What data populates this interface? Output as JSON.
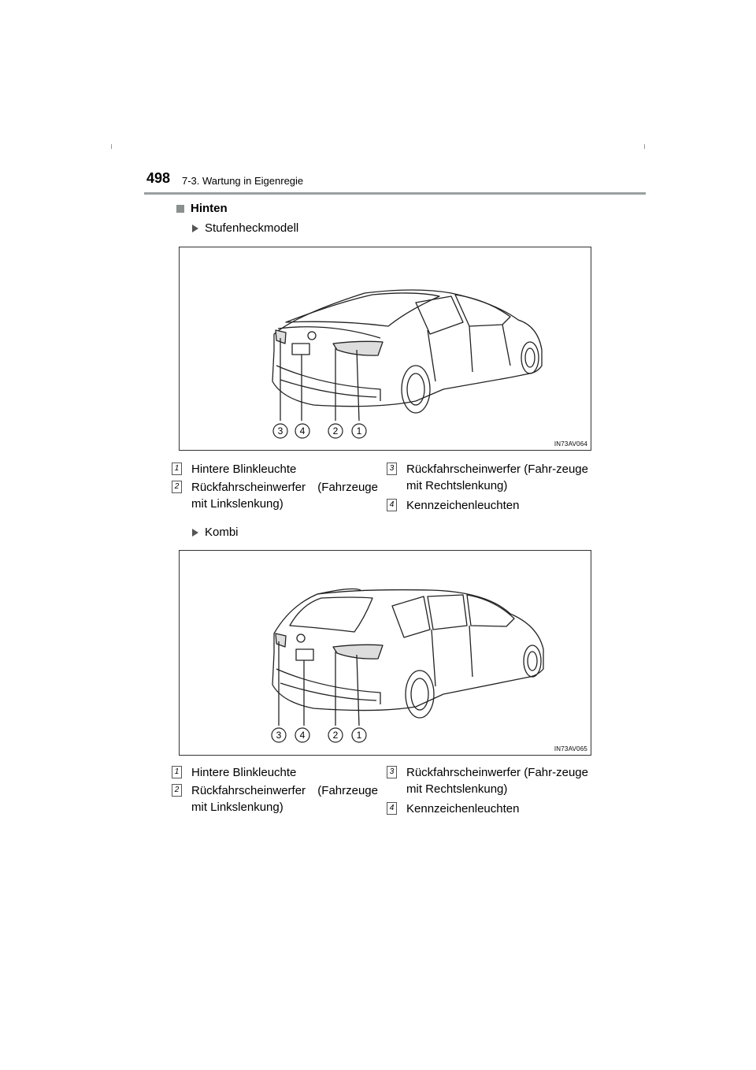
{
  "page": {
    "number": "498",
    "section": "7-3. Wartung in Eigenregie",
    "heading": "Hinten"
  },
  "sedan": {
    "subheading": "Stufenheckmodell",
    "figure_code": "IN73AV064",
    "callouts": [
      "3",
      "4",
      "2",
      "1"
    ],
    "legend": [
      {
        "num": "1",
        "text": "Hintere Blinkleuchte"
      },
      {
        "num": "2",
        "text": "Rückfahrscheinwerfer (Fahrzeuge mit Linkslenkung)"
      },
      {
        "num": "3",
        "text": "Rückfahrscheinwerfer (Fahr-zeuge mit Rechtslenkung)"
      },
      {
        "num": "4",
        "text": "Kennzeichenleuchten"
      }
    ]
  },
  "wagon": {
    "subheading": "Kombi",
    "figure_code": "IN73AV065",
    "callouts": [
      "3",
      "4",
      "2",
      "1"
    ],
    "legend": [
      {
        "num": "1",
        "text": "Hintere Blinkleuchte"
      },
      {
        "num": "2",
        "text": "Rückfahrscheinwerfer (Fahrzeuge mit Linkslenkung)"
      },
      {
        "num": "3",
        "text": "Rückfahrscheinwerfer (Fahr-zeuge mit Rechtslenkung)"
      },
      {
        "num": "4",
        "text": "Kennzeichenleuchten"
      }
    ]
  },
  "colors": {
    "rule": "#9aa0a0",
    "marker": "#8a8f8f"
  }
}
